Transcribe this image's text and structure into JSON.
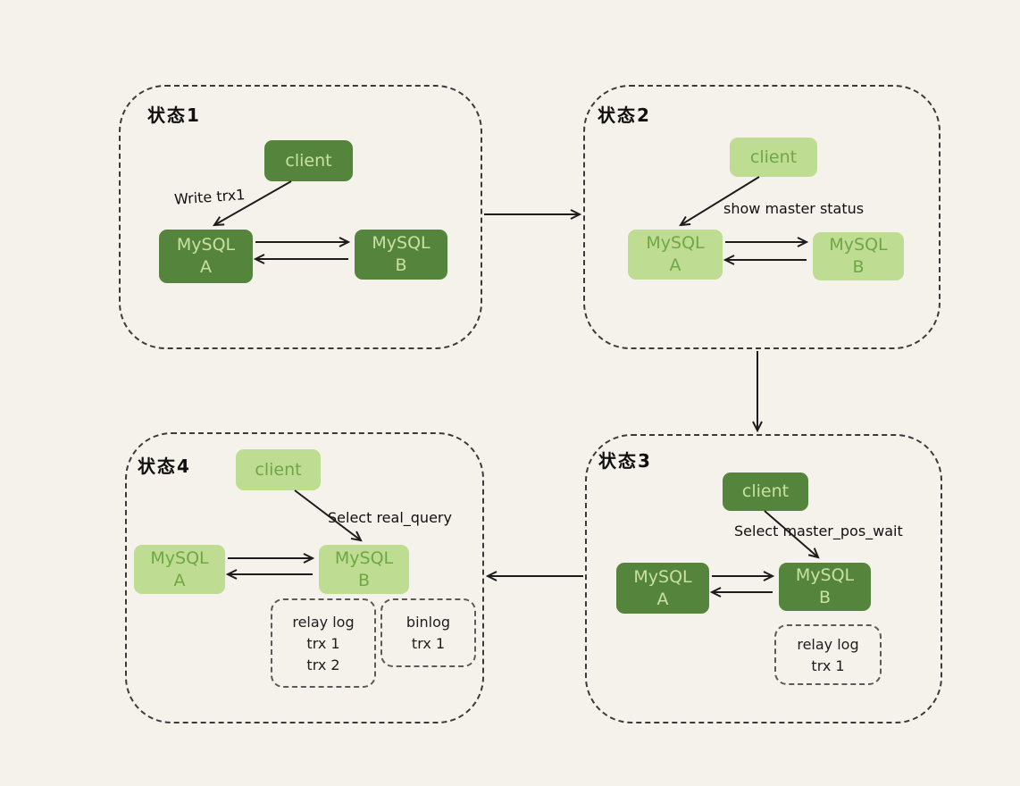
{
  "colors": {
    "background": "#f5f2ec",
    "dark_green": "#55853d",
    "dark_green_text": "#c9e0a4",
    "light_green": "#bedd93",
    "light_green_text": "#6fa744",
    "line": "#1c1c1c"
  },
  "panels": [
    {
      "title": "状态1",
      "client_label": "client",
      "action_label": "Write trx1",
      "node_a": {
        "name": "MySQL",
        "sub": "A"
      },
      "node_b": {
        "name": "MySQL",
        "sub": "B"
      }
    },
    {
      "title": "状态2",
      "client_label": "client",
      "action_label": "show master status",
      "node_a": {
        "name": "MySQL",
        "sub": "A"
      },
      "node_b": {
        "name": "MySQL",
        "sub": "B"
      }
    },
    {
      "title": "状态3",
      "client_label": "client",
      "action_label": "Select master_pos_wait",
      "node_a": {
        "name": "MySQL",
        "sub": "A"
      },
      "node_b": {
        "name": "MySQL",
        "sub": "B"
      },
      "relay_log": {
        "title": "relay log",
        "lines": [
          "trx 1"
        ]
      }
    },
    {
      "title": "状态4",
      "client_label": "client",
      "action_label": "Select real_query",
      "node_a": {
        "name": "MySQL",
        "sub": "A"
      },
      "node_b": {
        "name": "MySQL",
        "sub": "B"
      },
      "relay_log": {
        "title": "relay log",
        "lines": [
          "trx 1",
          "trx 2"
        ]
      },
      "binlog": {
        "title": "binlog",
        "lines": [
          "trx 1"
        ]
      }
    }
  ]
}
